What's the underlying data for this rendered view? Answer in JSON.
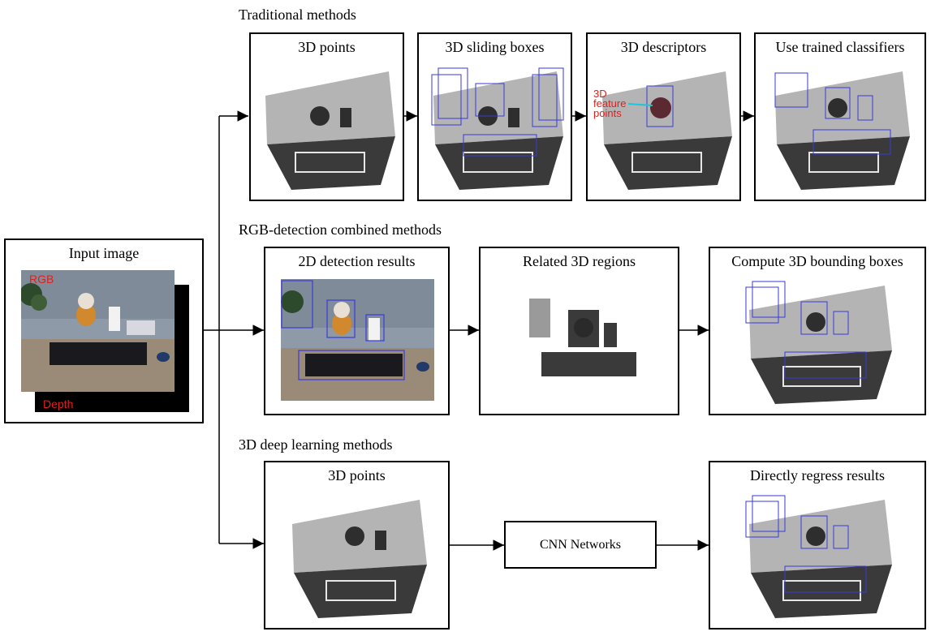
{
  "sections": {
    "traditional": "Traditional methods",
    "rgb_combined": "RGB-detection combined methods",
    "deep_learning": "3D deep learning methods"
  },
  "input": {
    "title": "Input image",
    "rgb_label": "RGB",
    "depth_label": "Depth"
  },
  "traditional": {
    "steps": [
      "3D points",
      "3D sliding boxes",
      "3D descriptors",
      "Use trained classifiers"
    ],
    "feature_annotation": [
      "3D",
      "feature",
      "points"
    ]
  },
  "rgb_combined": {
    "steps": [
      "2D detection results",
      "Related 3D regions",
      "Compute 3D bounding boxes"
    ]
  },
  "deep_learning": {
    "steps": [
      "3D points",
      "Directly regress results"
    ],
    "cnn_label": "CNN Networks"
  },
  "colors": {
    "annotation_red": "#e0201c",
    "box_blue": "#3a3adc",
    "cyan": "#19c8d8"
  }
}
